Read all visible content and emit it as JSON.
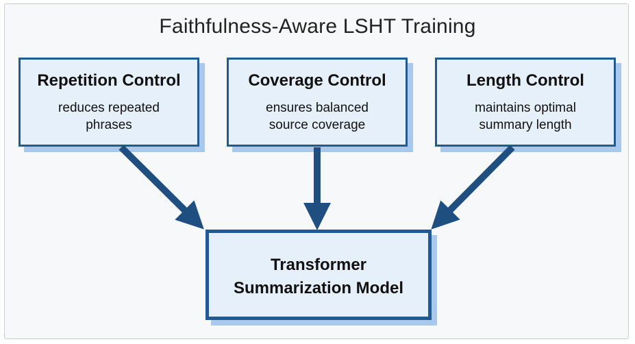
{
  "title": "Faithfulness-Aware LSHT Training",
  "controls": [
    {
      "name": "Repetition Control",
      "desc": "reduces repeated phrases"
    },
    {
      "name": "Coverage Control",
      "desc": "ensures balanced source coverage"
    },
    {
      "name": "Length Control",
      "desc": "maintains optimal summary length"
    }
  ],
  "model": {
    "line1": "Transformer",
    "line2": "Summarization Model"
  },
  "colors": {
    "border": "#1f5a92",
    "fill": "#e6f0fb",
    "shadow": "#a9c8ea",
    "arrow": "#1f4e80"
  }
}
